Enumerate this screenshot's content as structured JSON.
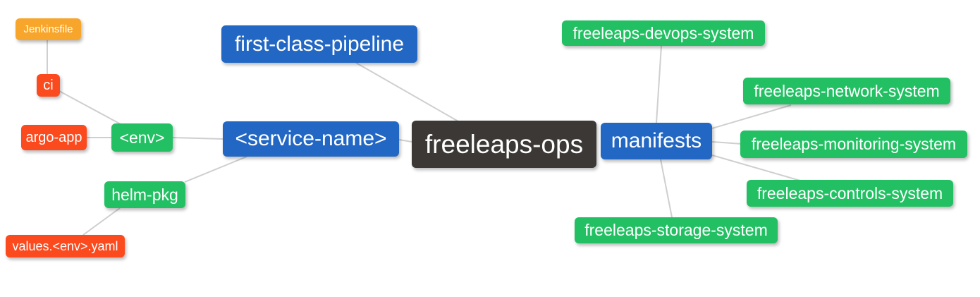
{
  "mindmap": {
    "root": {
      "label": "freeleaps-ops"
    },
    "nodes": {
      "first_class_pipeline": {
        "label": "first-class-pipeline"
      },
      "service_name": {
        "label": "<service-name>"
      },
      "manifests": {
        "label": "manifests"
      },
      "env": {
        "label": "<env>"
      },
      "ci": {
        "label": "ci"
      },
      "jenkinsfile": {
        "label": "Jenkinsfile"
      },
      "argo_app": {
        "label": "argo-app"
      },
      "helm_pkg": {
        "label": "helm-pkg"
      },
      "values_env_yaml": {
        "label": "values.<env>.yaml"
      },
      "devops_system": {
        "label": "freeleaps-devops-system"
      },
      "network_system": {
        "label": "freeleaps-network-system"
      },
      "monitoring_system": {
        "label": "freeleaps-monitoring-system"
      },
      "controls_system": {
        "label": "freeleaps-controls-system"
      },
      "storage_system": {
        "label": "freeleaps-storage-system"
      }
    },
    "connections": [
      {
        "from": "freeleaps-ops",
        "to": "first-class-pipeline"
      },
      {
        "from": "freeleaps-ops",
        "to": "<service-name>"
      },
      {
        "from": "freeleaps-ops",
        "to": "manifests"
      },
      {
        "from": "<service-name>",
        "to": "<env>"
      },
      {
        "from": "<service-name>",
        "to": "helm-pkg"
      },
      {
        "from": "<env>",
        "to": "ci"
      },
      {
        "from": "<env>",
        "to": "argo-app"
      },
      {
        "from": "ci",
        "to": "Jenkinsfile"
      },
      {
        "from": "helm-pkg",
        "to": "values.<env>.yaml"
      },
      {
        "from": "manifests",
        "to": "freeleaps-devops-system"
      },
      {
        "from": "manifests",
        "to": "freeleaps-network-system"
      },
      {
        "from": "manifests",
        "to": "freeleaps-monitoring-system"
      },
      {
        "from": "manifests",
        "to": "freeleaps-controls-system"
      },
      {
        "from": "manifests",
        "to": "freeleaps-storage-system"
      }
    ],
    "colors": {
      "root_bg": "#3b3835",
      "branch_bg": "#2267c3",
      "group_bg": "#22c063",
      "leaf_red_bg": "#fb4a1e",
      "leaf_orange_bg": "#f7a62b",
      "edge": "#cfcfcf",
      "text": "#ffffff"
    }
  }
}
